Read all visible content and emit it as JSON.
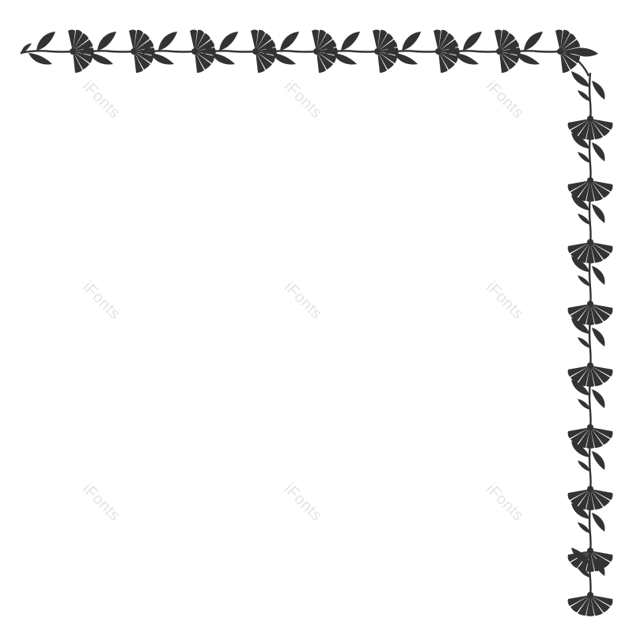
{
  "watermark": {
    "text": "iFonts"
  },
  "colors": {
    "ornament": "#333333",
    "background": "#ffffff",
    "watermark": "#e4e4e4"
  },
  "border": {
    "description_icon": "daisy-leaf-vine-icon",
    "top_motif_count": 9,
    "right_motif_count": 9
  }
}
